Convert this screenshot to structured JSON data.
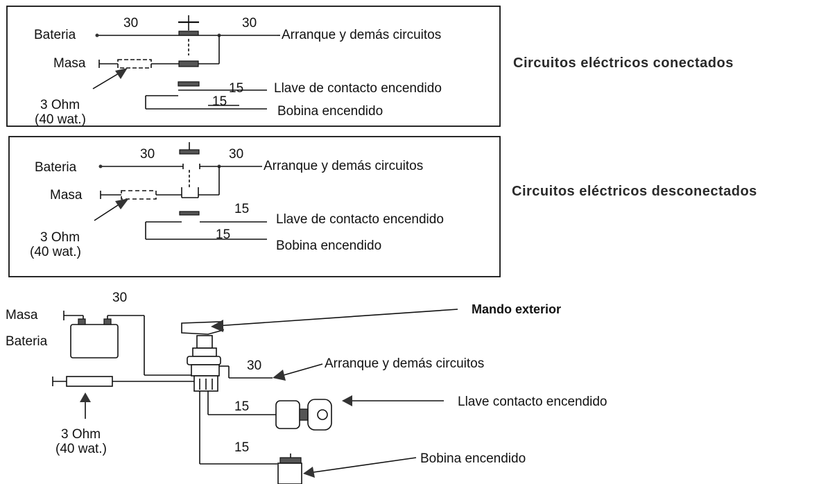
{
  "panel_connected": {
    "title": "Circuitos eléctricos conectados",
    "terminal_left": "30",
    "terminal_right": "30",
    "bateria": "Bateria",
    "arranque": "Arranque y demás circuitos",
    "masa": "Masa",
    "terminal_llave": "15",
    "terminal_bobina": "15",
    "llave": "Llave de contacto encendido",
    "bobina": "Bobina encendido",
    "resistor": "3 Ohm",
    "resistor_watt": "(40 wat.)"
  },
  "panel_disconnected": {
    "title": "Circuitos eléctricos desconectados",
    "terminal_left": "30",
    "terminal_right": "30",
    "bateria": "Bateria",
    "arranque": "Arranque y demás circuitos",
    "masa": "Masa",
    "terminal_llave": "15",
    "terminal_bobina": "15",
    "llave": "Llave de contacto encendido",
    "bobina": "Bobina encendido",
    "resistor": "3 Ohm",
    "resistor_watt": "(40 wat.)"
  },
  "physical": {
    "masa": "Masa",
    "bateria": "Bateria",
    "terminal_bat": "30",
    "terminal_arranque": "30",
    "terminal_llave": "15",
    "terminal_bobina": "15",
    "mando": "Mando exterior",
    "arranque": "Arranque y demás circuitos",
    "llave": "Llave contacto encendido",
    "bobina": "Bobina encendido",
    "resistor": "3 Ohm",
    "resistor_watt": "(40 wat.)"
  }
}
